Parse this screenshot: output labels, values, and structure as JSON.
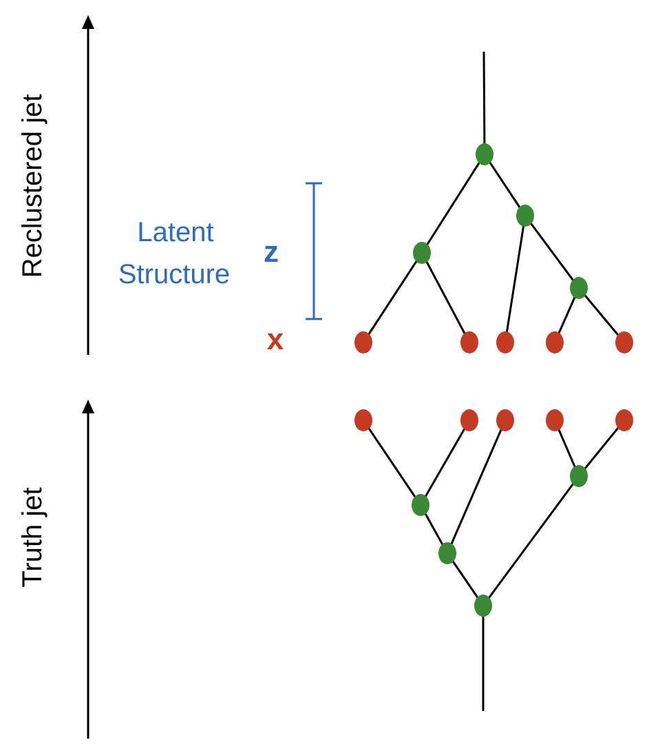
{
  "colors": {
    "internal_node": "#3a8a35",
    "leaf_node": "#c23b22",
    "latent": "#2e6bb8",
    "edge": "#000000",
    "axis": "#000000"
  },
  "axes": {
    "reclustered": "Reclustered jet",
    "truth": "Truth jet"
  },
  "latent": {
    "line1": "Latent",
    "line2": "Structure",
    "z_label": "z"
  },
  "x_label": "x"
}
